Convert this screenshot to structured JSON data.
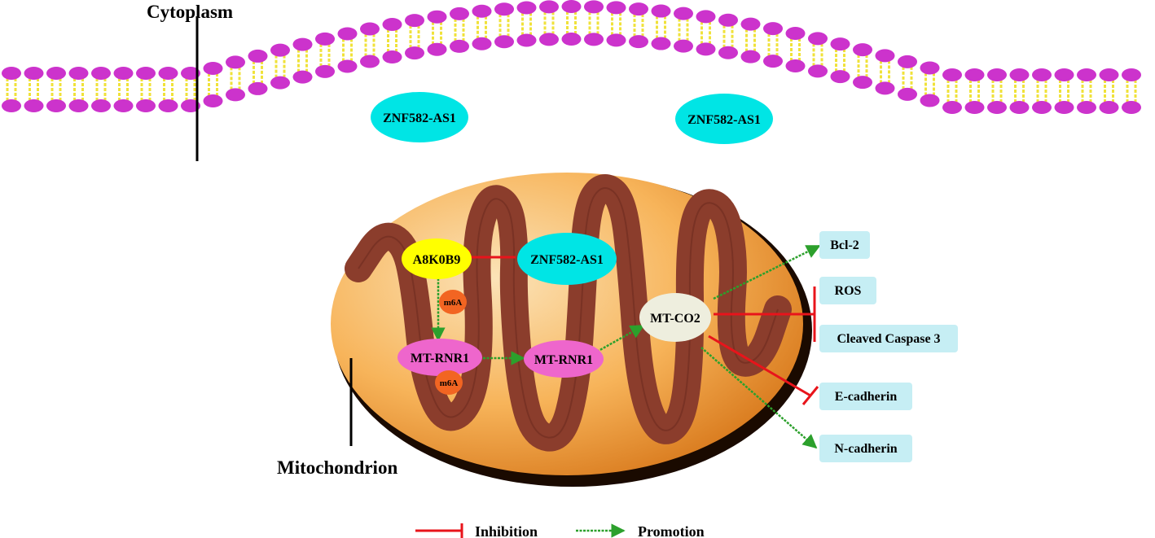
{
  "labels": {
    "cytoplasm": "Cytoplasm",
    "mitochondrion": "Mitochondrion"
  },
  "nodes": {
    "znf_cyto_left": "ZNF582-AS1",
    "znf_cyto_right": "ZNF582-AS1",
    "znf_mito": "ZNF582-AS1",
    "a8k0b9": "A8K0B9",
    "m6a_top": "m6A",
    "m6a_bottom": "m6A",
    "mt_rnr1_left": "MT-RNR1",
    "mt_rnr1_right": "MT-RNR1",
    "mt_co2": "MT-CO2"
  },
  "targets": {
    "bcl2": "Bcl-2",
    "ros": "ROS",
    "cleaved_caspase3": "Cleaved Caspase 3",
    "e_cadherin": "E-cadherin",
    "n_cadherin": "N-cadherin"
  },
  "legend": {
    "inhibition": "Inhibition",
    "promotion": "Promotion"
  },
  "colors": {
    "inhibition": "#e8141b",
    "promotion": "#2ca02c",
    "lipid_head": "#cc33cc",
    "lipid_tail": "#f0e23a",
    "znf_node": "#00e5e5",
    "a8k0b9_node": "#ffff00",
    "mt_rnr1_node": "#ee66cc",
    "m6a_node": "#f26522",
    "mt_co2_node": "#eeeede",
    "target_box": "#c6eef4",
    "mito_outer": "#f5a84a",
    "mito_crista": "#8b3d2c"
  }
}
